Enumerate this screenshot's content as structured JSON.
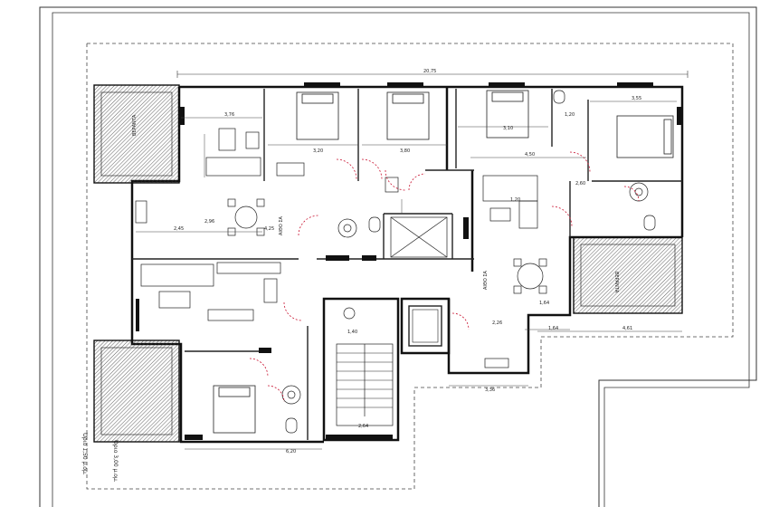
{
  "dimensions": {
    "overall_width": "20,75",
    "d_376": "3,76",
    "d_320": "3,20",
    "d_380": "3,80",
    "d_310": "3,10",
    "d_450": "4,50",
    "d_355": "3,55",
    "d_120a": "1,20",
    "d_120b": "1,20",
    "d_245": "2,45",
    "d_425": "4,25",
    "d_296": "2,96",
    "d_140": "1,40",
    "d_264": "2,64",
    "d_226": "2,26",
    "d_336": "3,36",
    "d_164a": "1,64",
    "d_164b": "1,64",
    "d_461": "4,61",
    "d_260": "2,60",
    "d_620": "6,20"
  },
  "rooms": {
    "balcony_top_left": "ΒΕΡΑΝΤΑ",
    "balcony_right": "ΒΕΡΑΝΤΑ",
    "living_left": "ΑΙΘΟ ΣΑ",
    "living_center": "ΑΙΘΟ ΣΑ"
  },
  "notes": {
    "eave": "Όριο 1,50 μ.ομ.",
    "eave2": "Όριο 3,00 μ.ομ."
  }
}
